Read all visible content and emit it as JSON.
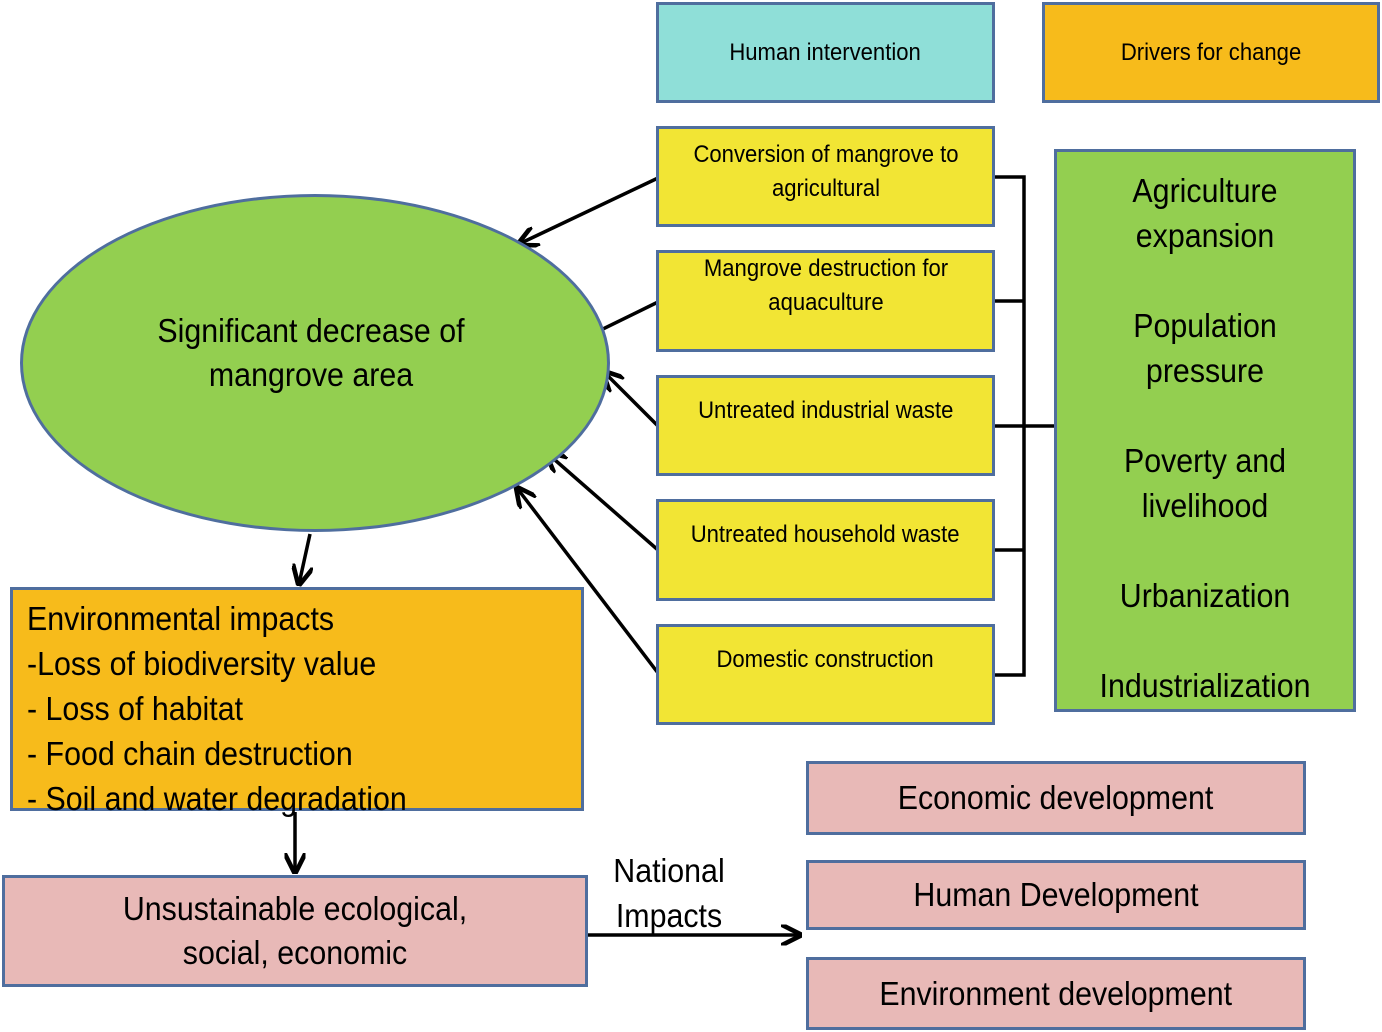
{
  "header": {
    "human_intervention": "Human intervention",
    "drivers_for_change": "Drivers for change"
  },
  "interventions": [
    "Conversion of mangrove to agricultural",
    "Mangrove destruction for aquaculture",
    "Untreated industrial waste",
    "Untreated household waste",
    "Domestic construction"
  ],
  "drivers": [
    "Agriculture expansion",
    "Population pressure",
    "Poverty and livelihood",
    "Urbanization",
    "Industrialization"
  ],
  "central": "Significant decrease of mangrove area",
  "environmental_impacts": {
    "title": "Environmental impacts",
    "items": [
      "-Loss of biodiversity value",
      "- Loss of habitat",
      "- Food chain destruction",
      "- Soil and water degradation"
    ]
  },
  "unsustainable": "Unsustainable ecological, social, economic",
  "national_impacts_label": "National Impacts",
  "national_impacts": [
    "Economic development",
    "Human Development",
    "Environment development"
  ],
  "colors": {
    "border": "#4f6e9e",
    "cyan": "#8fdfd8",
    "orange": "#f7bb1b",
    "yellow": "#f2e534",
    "green": "#93cf50",
    "pink": "#e8b9b7"
  }
}
